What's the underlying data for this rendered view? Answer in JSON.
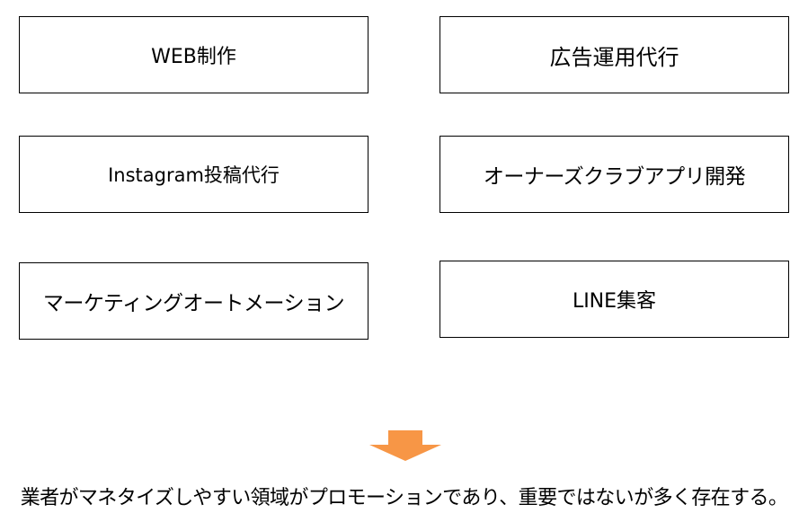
{
  "boxes": {
    "web": "WEB制作",
    "ads": "広告運用代行",
    "instagram": "Instagram投稿代行",
    "owners_app": "オーナーズクラブアプリ開発",
    "marketing_automation": "マーケティングオートメーション",
    "line": "LINE集客"
  },
  "caption": "業者がマネタイズしやすい領域がプロモーションであり、重要ではないが多く存在する。",
  "colors": {
    "arrow": "#F79646",
    "border": "#000000"
  },
  "icons": {
    "arrow": "arrow-down-icon"
  }
}
